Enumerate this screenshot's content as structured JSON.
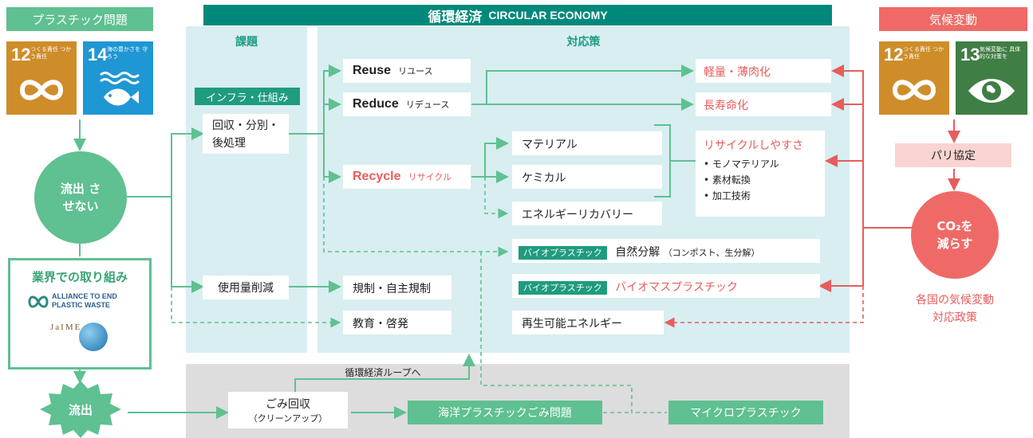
{
  "header": {
    "title_jp": "循環経済",
    "title_en": "CIRCULAR ECONOMY"
  },
  "left": {
    "header": "プラスチック問題",
    "sdg12": {
      "num": "12",
      "text": "つくる責任 つかう責任"
    },
    "sdg14": {
      "num": "14",
      "text": "海の豊かさを 守ろう"
    },
    "circle": "流出 させない",
    "industry_title": "業界での取り組み",
    "alliance_logo": "ALLIANCE TO END PLASTIC WASTE",
    "jaime_logo": "JaIME",
    "burst": "流出"
  },
  "right": {
    "header": "気候変動",
    "sdg12": {
      "num": "12",
      "text": "つくる責任 つかう責任"
    },
    "sdg13": {
      "num": "13",
      "text": "気候変動に 具体的な対策を"
    },
    "paris": "パリ協定",
    "co2_line1": "CO₂を",
    "co2_line2": "減らす",
    "policy_line1": "各国の気候変動",
    "policy_line2": "対応政策"
  },
  "issues": {
    "title": "課題",
    "infra_tag": "インフラ・仕組み",
    "collect_line1": "回収・分別・",
    "collect_line2": "後処理",
    "reduce_use": "使用量削減"
  },
  "solutions": {
    "title": "対応策",
    "reuse_en": "Reuse",
    "reuse_jp": "リユース",
    "reduce_en": "Reduce",
    "reduce_jp": "リデュース",
    "recycle_en": "Recycle",
    "recycle_jp": "リサイクル",
    "material": "マテリアル",
    "chemical": "ケミカル",
    "energy": "エネルギーリカバリー",
    "lightweight": "軽量・薄肉化",
    "longlife": "長寿命化",
    "recyclable_title": "リサイクルしやすさ",
    "recyclable_items": [
      "モノマテリアル",
      "素材転換",
      "加工技術"
    ],
    "bio_tag": "バイオプラスチック",
    "biodeg_main": "自然分解",
    "biodeg_sub": "（コンポスト、生分解）",
    "biomass": "バイオマスプラスチック",
    "regulation": "規制・自主規制",
    "education": "教育・啓発",
    "renewable": "再生可能エネルギー"
  },
  "bottom": {
    "loop": "循環経済ループへ",
    "cleanup_main": "ごみ回収",
    "cleanup_sub": "（クリーンアップ）",
    "marine": "海洋プラスチックごみ問題",
    "micro": "マイクロプラスチック"
  },
  "colors": {
    "teal": "#00897b",
    "green": "#5fc091",
    "red": "#e85c5c",
    "panel": "#d8eef0"
  }
}
